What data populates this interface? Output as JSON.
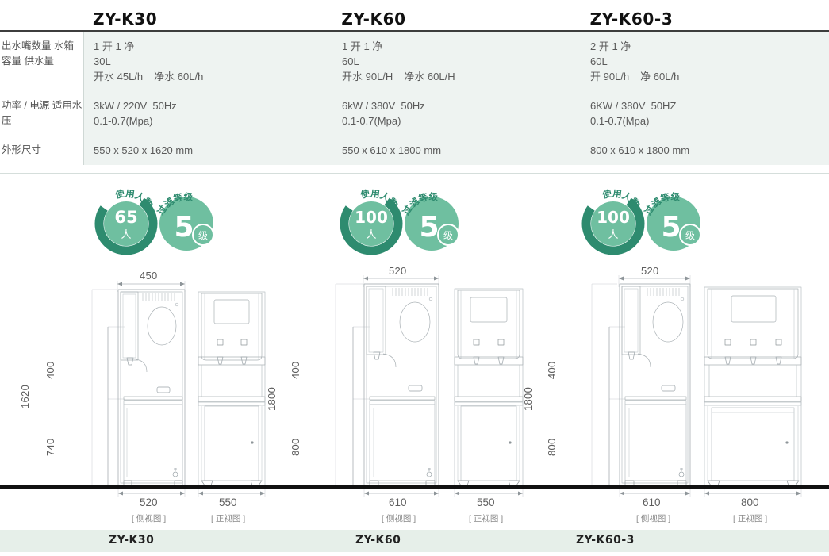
{
  "table": {
    "header_label": "",
    "columns": [
      {
        "model": "ZY-K30"
      },
      {
        "model": "ZY-K60"
      },
      {
        "model": "ZY-K60-3"
      }
    ],
    "rows": [
      {
        "labels": [
          "出水嘴数量",
          "水箱容量",
          "供水量"
        ],
        "values": [
          [
            "1 开 1 净",
            "30L",
            "开水 45L/h",
            "净水 60L/h"
          ],
          [
            "1 开 1 净",
            "60L",
            "开水 90L/H",
            "净水 60L/H"
          ],
          [
            "2 开 1 净",
            "60L",
            "开 90L/h",
            "净 60L/h"
          ]
        ]
      },
      {
        "labels": [
          "功率 / 电源",
          "适用水压"
        ],
        "values": [
          [
            "3kW / 220V  50Hz",
            "0.1-0.7(Mpa)"
          ],
          [
            "6kW / 380V  50Hz",
            "0.1-0.7(Mpa)"
          ],
          [
            "6KW / 380V  50HZ",
            "0.1-0.7(Mpa)"
          ]
        ]
      },
      {
        "labels": [
          "外形尺寸"
        ],
        "values": [
          [
            "550 x 520 x 1620 mm"
          ],
          [
            "550 x 610 x 1800 mm"
          ],
          [
            "800 x 610 x 1800 mm"
          ]
        ]
      }
    ]
  },
  "badges": {
    "users_arc_label": "使用人数",
    "filter_arc_label": "过滤等级",
    "users_unit": "人",
    "filter_unit": "级",
    "filter_value": "5",
    "groups": [
      {
        "users_value": "65",
        "filter_value": "5"
      },
      {
        "users_value": "100",
        "filter_value": "5"
      },
      {
        "users_value": "100",
        "filter_value": "5"
      }
    ],
    "color_dark": "#2e8b6f",
    "color_light": "#6fbfa0"
  },
  "drawings": {
    "caption_side": "[ 侧视图 ]",
    "caption_front": "[ 正视图 ]",
    "products": [
      {
        "model": "ZY-K30",
        "side": {
          "top_width": "450",
          "total_height": "1620",
          "upper_height": "400",
          "lower_height": "740",
          "depth": "520"
        },
        "front": {
          "width": "550"
        }
      },
      {
        "model": "ZY-K60",
        "side": {
          "top_width": "520",
          "total_height": "1800",
          "upper_height": "400",
          "lower_height": "800",
          "depth": "610"
        },
        "front": {
          "width": "550"
        }
      },
      {
        "model": "ZY-K60-3",
        "side": {
          "top_width": "520",
          "total_height": "1800",
          "upper_height": "400",
          "lower_height": "800",
          "depth": "610"
        },
        "front": {
          "width": "800"
        }
      }
    ]
  },
  "footer": {
    "labels": [
      "ZY-K30",
      "ZY-K60",
      "ZY-K60-3"
    ]
  },
  "colors": {
    "row_tint": "#eef3f1",
    "footer_bar": "#e6efe9",
    "rule_thick": "#3d3d3d",
    "rule_thin": "#d5dedb",
    "ground_line": "#111111",
    "badge_dark_green": "#2e8b6f",
    "badge_light_green": "#6fbfa0"
  }
}
